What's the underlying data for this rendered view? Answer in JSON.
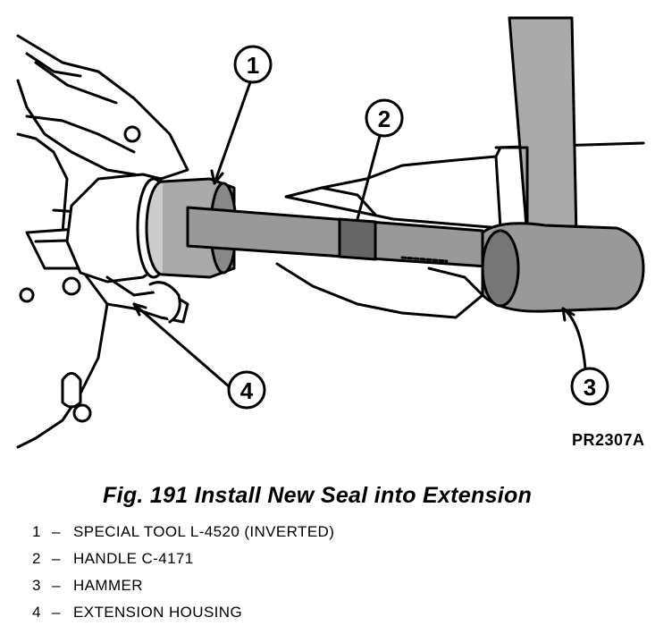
{
  "figure": {
    "code": "PR2307A",
    "caption": "Fig. 191 Install New Seal into Extension"
  },
  "callouts": [
    {
      "num": "1",
      "label": "SPECIAL TOOL L-4520 (INVERTED)"
    },
    {
      "num": "2",
      "label": "HANDLE C-4171"
    },
    {
      "num": "3",
      "label": "HAMMER"
    },
    {
      "num": "4",
      "label": "EXTENSION HOUSING"
    }
  ],
  "legend_separator": "–"
}
